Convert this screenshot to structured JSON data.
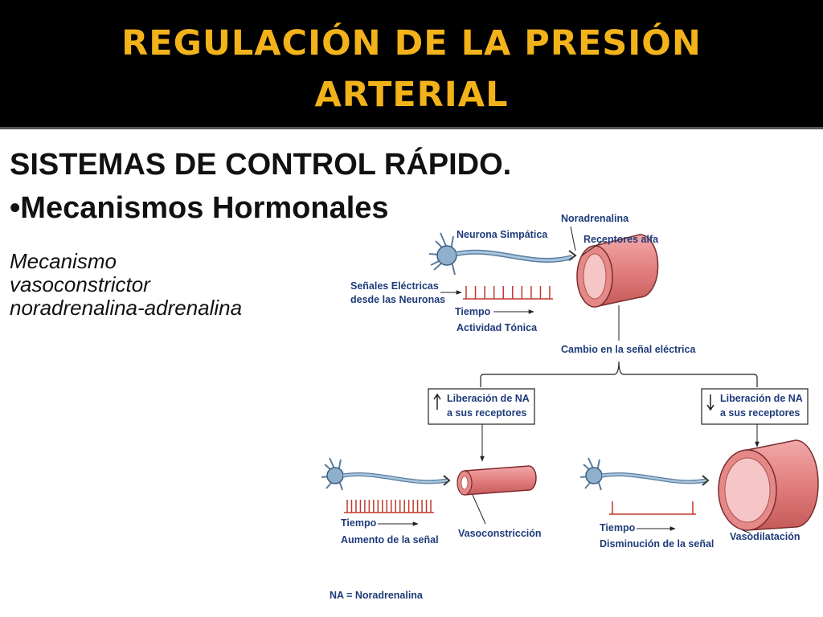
{
  "slide": {
    "title": "REGULACIÓN DE LA PRESIÓN\nARTERIAL",
    "heading": "SISTEMAS DE CONTROL RÁPIDO.",
    "bullet": "•Mecanismos Hormonales",
    "description": [
      "Mecanismo",
      "vasoconstrictor",
      "noradrenalina-adrenalina"
    ]
  },
  "diagram": {
    "top": {
      "noradrenalina": "Noradrenalina",
      "neurona": "Neurona Simpática",
      "receptores": "Receptores alfa",
      "senales_1": "Señales Eléctricas",
      "senales_2": "desde las Neuronas",
      "tiempo": "Tiempo",
      "actividad": "Actividad Tónica",
      "cambio": "Cambio en la señal eléctrica"
    },
    "left": {
      "box_1": "Liberación de NA",
      "box_2": "a sus receptores",
      "tiempo": "Tiempo",
      "signal": "Aumento de la señal",
      "vessel": "Vasoconstricción"
    },
    "right": {
      "box_1": "Liberación de NA",
      "box_2": "a sus receptores",
      "tiempo": "Tiempo",
      "signal": "Disminución de la señal",
      "vessel": "Vasodilatación"
    },
    "legend": "NA = Noradrenalina"
  },
  "colors": {
    "title": "#f2b21a",
    "header_bg": "#000000",
    "label_text": "#1f3b7a",
    "vessel": "#e08080",
    "neuron": "#8fb0cc",
    "spikes": "#c0392b"
  }
}
